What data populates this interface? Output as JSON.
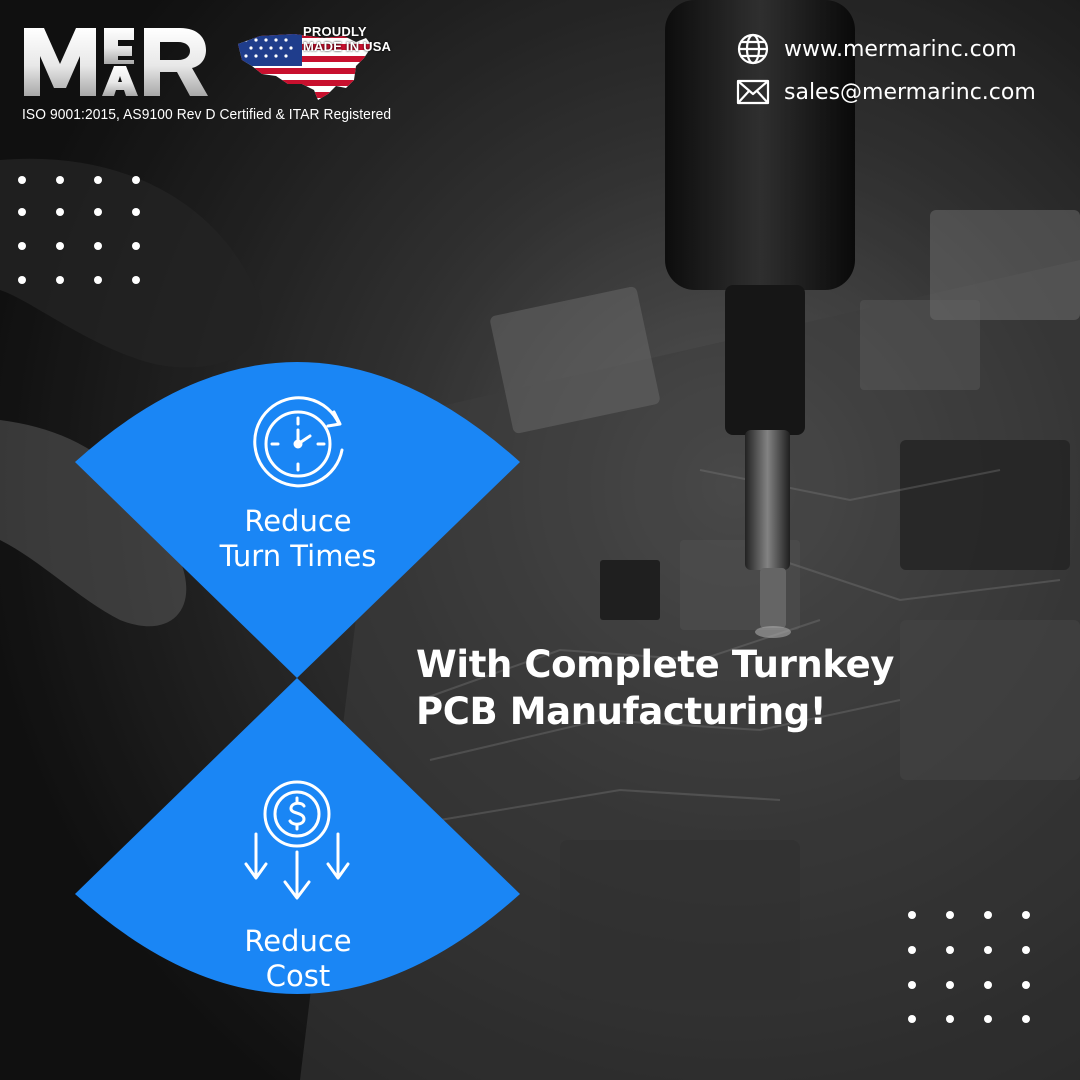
{
  "brand": {
    "logo_text": "MERMAR",
    "badge_line1": "PROUDLY",
    "badge_line2": "MADE IN USA",
    "certifications": "ISO 9001:2015, AS9100 Rev D Certified & ITAR Registered"
  },
  "contact": {
    "website": "www.mermarinc.com",
    "email": "sales@mermarinc.com",
    "website_icon": "globe-icon",
    "email_icon": "envelope-icon"
  },
  "features": [
    {
      "line1": "Reduce",
      "line2": "Turn Times",
      "icon": "stopwatch-icon"
    },
    {
      "line1": "Reduce",
      "line2": "Cost",
      "icon": "dollar-coin-down-arrows-icon"
    }
  ],
  "headline": {
    "line1": "With Complete Turnkey",
    "line2": "PCB Manufacturing!"
  },
  "colors": {
    "accent_blue": "#1a86f5",
    "text": "#ffffff",
    "background": "#1e1e1e"
  }
}
